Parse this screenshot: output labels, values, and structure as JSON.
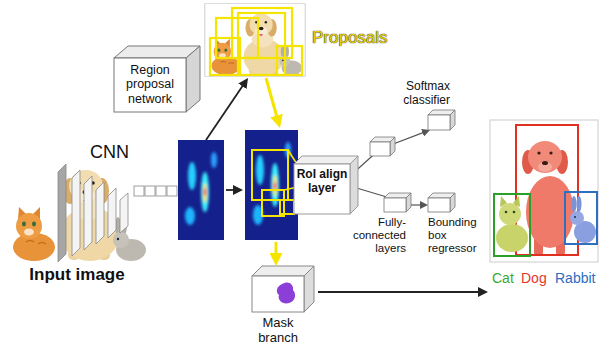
{
  "diagram": {
    "nodes": [
      {
        "text": [
          "CNN"
        ]
      },
      {
        "text": [
          "Region proposal network"
        ]
      },
      {
        "text": [
          "Proposals"
        ]
      },
      {
        "text": [
          "RoI align layer"
        ]
      },
      {
        "text": [
          "Softmax classifier"
        ]
      },
      {
        "text": [
          "Fully-connected layers"
        ]
      },
      {
        "text": [
          "Bounding box regressor"
        ]
      },
      {
        "text": [
          "Mask branch"
        ]
      },
      {
        "text": [
          "Cat",
          "Dog",
          "Rabbit"
        ]
      }
    ],
    "edges": [
      {
        "from": 0,
        "to": 2,
        "arrow": "to"
      },
      {
        "from": 0,
        "to": 3,
        "arrow": "to"
      },
      {
        "from": 2,
        "to": 3,
        "arrow": "to"
      },
      {
        "from": 3,
        "to": 4,
        "arrow": "to"
      },
      {
        "from": 3,
        "to": 5,
        "arrow": "none"
      },
      {
        "from": 5,
        "to": 6,
        "arrow": "to"
      },
      {
        "from": 3,
        "to": 7,
        "arrow": "to"
      },
      {
        "from": 7,
        "to": 8,
        "arrow": "to"
      }
    ],
    "labels": [
      "Input image"
    ]
  }
}
